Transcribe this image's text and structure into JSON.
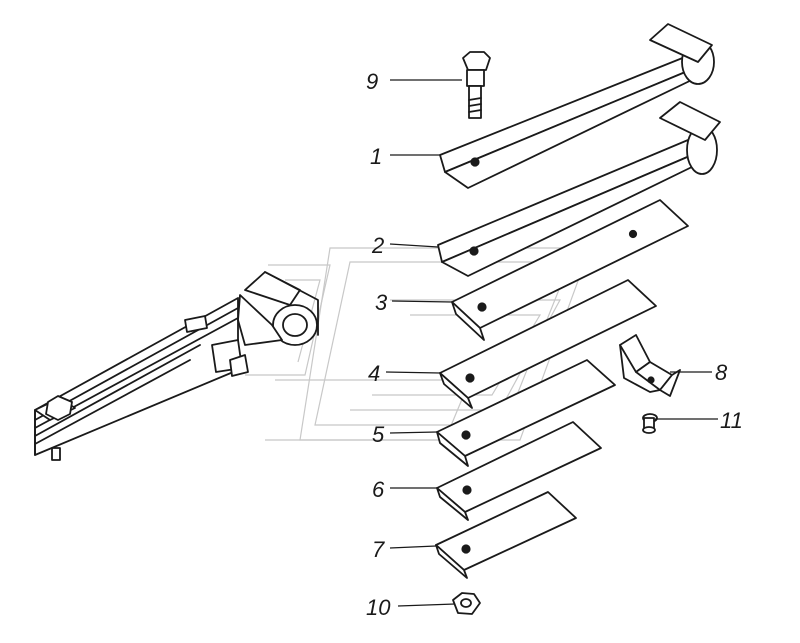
{
  "figure": {
    "callouts": [
      {
        "id": "1",
        "label": "1",
        "part": "main-leaf-with-eye"
      },
      {
        "id": "2",
        "label": "2",
        "part": "second-leaf-with-eye"
      },
      {
        "id": "3",
        "label": "3",
        "part": "leaf-3"
      },
      {
        "id": "4",
        "label": "4",
        "part": "leaf-4"
      },
      {
        "id": "5",
        "label": "5",
        "part": "leaf-5"
      },
      {
        "id": "6",
        "label": "6",
        "part": "leaf-6"
      },
      {
        "id": "7",
        "label": "7",
        "part": "leaf-7"
      },
      {
        "id": "8",
        "label": "8",
        "part": "clamp"
      },
      {
        "id": "9",
        "label": "9",
        "part": "center-bolt"
      },
      {
        "id": "10",
        "label": "10",
        "part": "nut"
      },
      {
        "id": "11",
        "label": "11",
        "part": "rivet"
      }
    ]
  },
  "colors": {
    "line": "#1a1a1a",
    "background": "#ffffff",
    "watermark": "#c8c8c8"
  }
}
